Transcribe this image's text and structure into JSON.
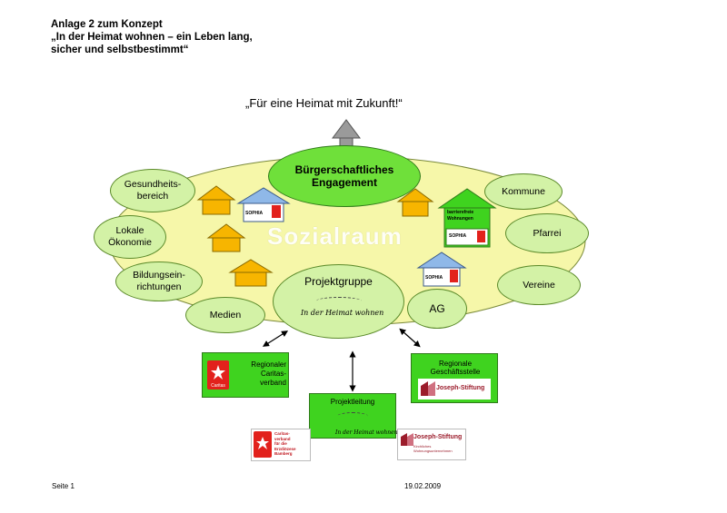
{
  "header": {
    "line1": "Anlage 2 zum Konzept",
    "line2": "„In der Heimat wohnen – ein Leben lang,",
    "line3": "sicher und selbstbestimmt“"
  },
  "motto": "„Für eine Heimat mit Zukunft!“",
  "center": {
    "engagement_line1": "Bürgerschaftliches",
    "engagement_line2": "Engagement",
    "watermark": "Sozialraum",
    "projektgruppe": "Projektgruppe",
    "ag": "AG",
    "signature": "In der Heimat wohnen"
  },
  "left_ovals": [
    "Gesundheits-\nbereich",
    "Lokale\nÖkonomie",
    "Bildungsein-\nrichtungen",
    "Medien"
  ],
  "right_ovals": [
    "Kommune",
    "Pfarrei",
    "Vereine"
  ],
  "houses": {
    "sophia_label": "SOPHIA",
    "barrierefrei_line1": "barrierefreie",
    "barrierefrei_line2": "Wohnungen"
  },
  "boxes": {
    "caritas_line1": "Regionaler",
    "caritas_line2": "Caritas-",
    "caritas_line3": "verband",
    "caritas_logo": "Caritas",
    "geschaeft_line1": "Regionale",
    "geschaeft_line2": "Geschäftsstelle",
    "joseph_logo": "Joseph-Stiftung",
    "projektleitung": "Projektleitung",
    "pl_signature": "In der Heimat wohnen"
  },
  "bottom_logos": {
    "caritas_line1": "Caritas-",
    "caritas_line2": "verband",
    "caritas_line3": "für die",
    "caritas_line4": "Erzdiözese",
    "caritas_line5": "Bamberg",
    "joseph_name": "Joseph-Stiftung",
    "joseph_sub1": "Kirchliches",
    "joseph_sub2": "Wohnungsunternehmen"
  },
  "footer": {
    "page": "Seite 1",
    "date": "19.02.2009"
  },
  "colors": {
    "light_green": "#d3f2a6",
    "sozialraum_fill": "#f6f7a9",
    "box_green": "#3fd31f",
    "house_orange": "#f7b500",
    "house_blue": "#8fb8e8",
    "caritas_red": "#e2211c",
    "joseph_maroon": "#9b1c2b"
  }
}
